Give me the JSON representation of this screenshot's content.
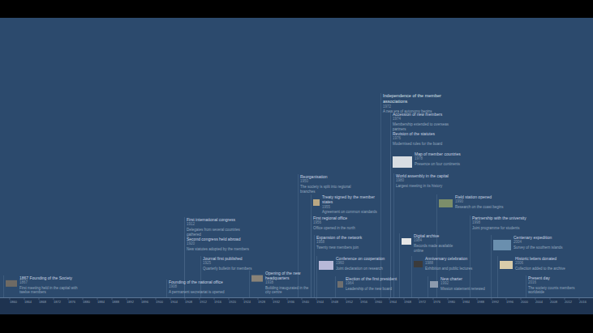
{
  "diagram": {
    "nodes": [
      {
        "text": [
          "1867 Founding of the Society",
          "1867",
          "First meeting held in the capital with twelve members"
        ]
      },
      {
        "text": [
          "First international congress",
          "1912",
          "Delegates from several countries gathered"
        ]
      },
      {
        "text": [
          "Second congress held abroad",
          "1920",
          "New statutes adopted by the members"
        ]
      },
      {
        "text": [
          "Journal first published",
          "1925",
          "Quarterly bulletin for members"
        ]
      },
      {
        "text": [
          "Founding of the national office",
          "1908",
          "A permanent secretariat is opened"
        ]
      },
      {
        "text": [
          "Opening of the new headquarters",
          "1938",
          "Building inaugurated in the city centre"
        ]
      },
      {
        "text": [
          "Reorganisation",
          "1950",
          "The society is split into regional branches"
        ]
      },
      {
        "text": [
          "Treaty signed by the member states",
          "1955",
          "Agreement on common standards"
        ]
      },
      {
        "text": [
          "First regional office",
          "1956",
          "Office opened in the north"
        ]
      },
      {
        "text": [
          "Expansion of the network",
          "1958",
          "Twenty new members join"
        ]
      },
      {
        "text": [
          "Conference on cooperation",
          "1960",
          "Joint declaration on research"
        ]
      },
      {
        "text": [
          "Election of the first president",
          "1964",
          "Leadership of the new board"
        ]
      },
      {
        "text": [
          "Independence of the member associations",
          "1972",
          "A new era of autonomy begins"
        ]
      },
      {
        "text": [
          "Accession of new members",
          "1974",
          "Membership extended to overseas partners"
        ]
      },
      {
        "text": [
          "Revision of the statutes",
          "1976",
          "Modernised rules for the board"
        ]
      },
      {
        "text": [
          "Map of member countries",
          "1978",
          "Presence on four continents"
        ]
      },
      {
        "text": [
          "World assembly in the capital",
          "1980",
          "Largest meeting in its history"
        ]
      },
      {
        "text": [
          "Digital archive",
          "1984",
          "Records made available online"
        ]
      },
      {
        "text": [
          "Anniversary celebration",
          "1988",
          "Exhibition and public lectures"
        ]
      },
      {
        "text": [
          "New charter",
          "1992",
          "Mission statement renewed"
        ]
      },
      {
        "text": [
          "Field station opened",
          "1990",
          "Research on the coast begins"
        ]
      },
      {
        "text": [
          "Partnership with the university",
          "1998",
          "Joint programme for students"
        ]
      },
      {
        "text": [
          "Centenary expedition",
          "2004",
          "Survey of the southern islands"
        ]
      },
      {
        "text": [
          "Historic letters donated",
          "2006",
          "Collection added to the archive"
        ]
      },
      {
        "text": [
          "Present day",
          "2016",
          "The society counts members worldwide"
        ]
      }
    ],
    "labels": [
      "1860",
      "1864",
      "1868",
      "1872",
      "1876",
      "1880",
      "1884",
      "1888",
      "1892",
      "1896",
      "1900",
      "1904",
      "1908",
      "1912",
      "1916",
      "1920",
      "1924",
      "1928",
      "1932",
      "1936",
      "1940",
      "1944",
      "1948",
      "1952",
      "1956",
      "1960",
      "1964",
      "1968",
      "1972",
      "1976",
      "1980",
      "1984",
      "1988",
      "1992",
      "1996",
      "2000",
      "2004",
      "2008",
      "2012",
      "2016"
    ]
  }
}
